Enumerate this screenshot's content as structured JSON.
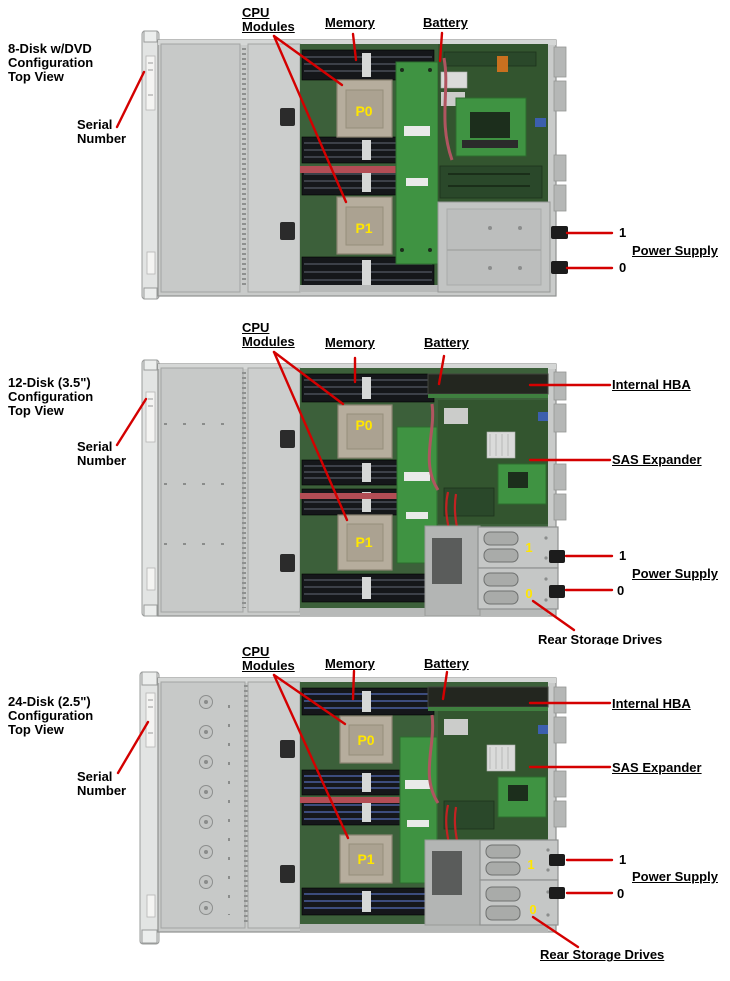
{
  "colors": {
    "leader_line": "#d40000",
    "cpu_label": "#ffe600",
    "bay_label": "#ffe600",
    "label_text": "#000000"
  },
  "panels": [
    {
      "id": "8-disk-dvd",
      "title": "8-Disk w/DVD\nConfiguration\nTop View",
      "labels": {
        "serial": "Serial\nNumber",
        "cpu_modules": "CPU\nModules",
        "memory": "Memory",
        "battery": "Battery",
        "power_supply": "Power Supply",
        "ps1": "1",
        "ps0": "0"
      },
      "board_labels": {
        "p0": "P0",
        "p1": "P1"
      }
    },
    {
      "id": "12-disk-3_5",
      "title": "12-Disk (3.5\")\nConfiguration\nTop View",
      "labels": {
        "serial": "Serial\nNumber",
        "cpu_modules": "CPU\nModules",
        "memory": "Memory",
        "battery": "Battery",
        "internal_hba": "Internal HBA",
        "sas_expander": "SAS Expander",
        "power_supply": "Power Supply",
        "ps1": "1",
        "ps0": "0",
        "rear_storage": "Rear Storage Drives"
      },
      "board_labels": {
        "p0": "P0",
        "p1": "P1",
        "bay1": "1",
        "bay0": "0"
      }
    },
    {
      "id": "24-disk-2_5",
      "title": "24-Disk (2.5\")\nConfiguration\nTop View",
      "labels": {
        "serial": "Serial\nNumber",
        "cpu_modules": "CPU\nModules",
        "memory": "Memory",
        "battery": "Battery",
        "internal_hba": "Internal HBA",
        "sas_expander": "SAS Expander",
        "power_supply": "Power Supply",
        "ps1": "1",
        "ps0": "0",
        "rear_storage": "Rear Storage Drives"
      },
      "board_labels": {
        "p0": "P0",
        "p1": "P1",
        "bay1": "1",
        "bay0": "0"
      }
    }
  ]
}
